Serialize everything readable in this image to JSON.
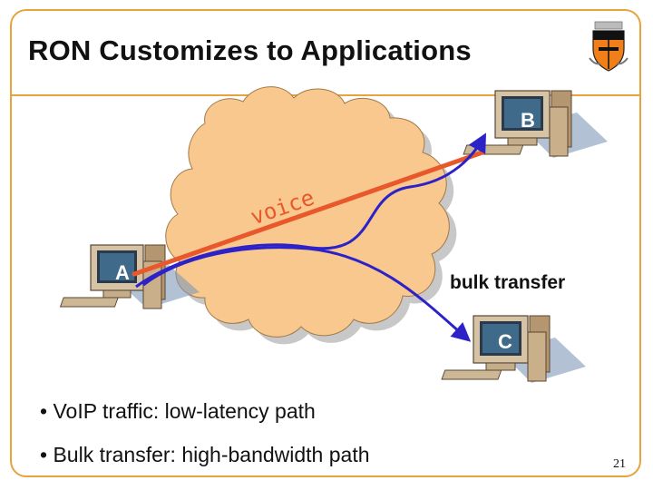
{
  "slide": {
    "title": "RON Customizes to Applications",
    "number": "21"
  },
  "diagram": {
    "nodes": {
      "a": "A",
      "b": "B",
      "c": "C"
    },
    "labels": {
      "voice": "voice",
      "bulk": "bulk transfer"
    },
    "colors": {
      "voice_path": "#e8582a",
      "bulk_path": "#2d22c8",
      "cloud": "#f8c88e",
      "frame": "#e8a33d"
    }
  },
  "bullets": [
    "VoIP traffic: low-latency path",
    "Bulk transfer: high-bandwidth path"
  ],
  "icons": [
    "university-shield-icon",
    "computer-icon"
  ]
}
